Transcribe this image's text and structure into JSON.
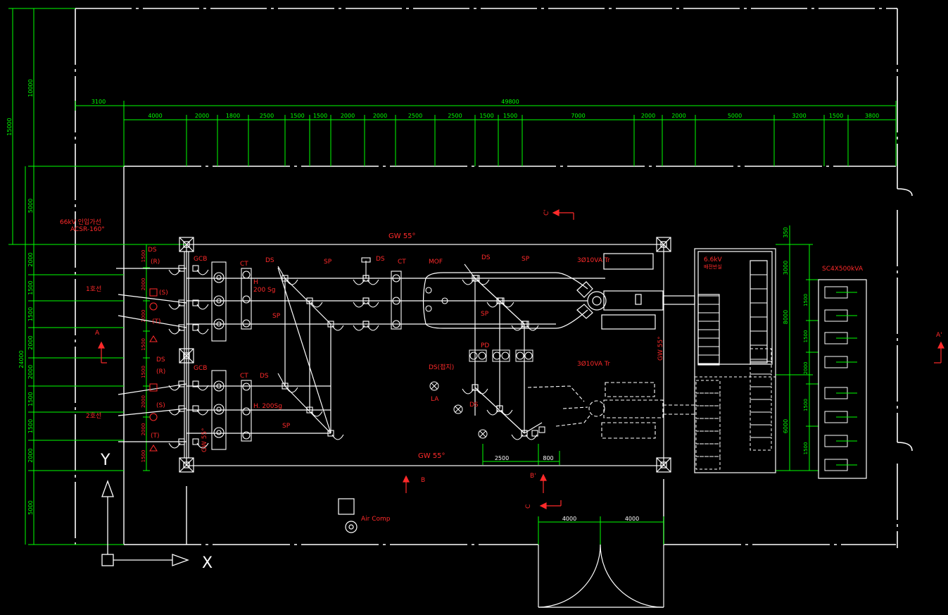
{
  "colors": {
    "background": "#000000",
    "line": "#ffffff",
    "dimension": "#00ff00",
    "label": "#ff2a2a"
  },
  "dimensions": {
    "total_width": "49800",
    "left_offset": "3100",
    "top_chain": [
      "4000",
      "2000",
      "1800",
      "2500",
      "1500",
      "1500",
      "2000",
      "2000",
      "2500",
      "2500",
      "1500",
      "1500",
      "7000",
      "2000",
      "2000",
      "5000",
      "3200",
      "1500",
      "3800"
    ],
    "left_outer_top": "15000",
    "left_outer_mid": "10000",
    "left_total": "24000",
    "left_5000_top": "5000",
    "left_chain": [
      "2000",
      "1500",
      "1500",
      "2000",
      "2000",
      "1500",
      "1500",
      "2000",
      "5000"
    ],
    "inner_chain": [
      "1500",
      "2000",
      "2000",
      "1500",
      "1500",
      "2000",
      "2000",
      "1500"
    ],
    "right_top": "350",
    "right_upper": "3000",
    "right_8000": "8000",
    "right_6000": "6000",
    "cap_chain": [
      "1500",
      "1500",
      "2000",
      "1500",
      "1500"
    ],
    "bottom_2500": "2500",
    "bottom_800": "800",
    "door_left": "4000",
    "door_right": "4000"
  },
  "labels": {
    "incoming_line": "66kV 인입가선",
    "conductor": "ACSR-160°",
    "line1": "1호선",
    "line2": "2호선",
    "phase_r": "(R)",
    "phase_s": "(S)",
    "phase_t": "(T)",
    "ds": "DS",
    "gcb": "GCB",
    "ct": "CT",
    "sp": "SP",
    "pd": "PD",
    "mof": "MOF",
    "la": "LA",
    "ds_ground": "DS(접지)",
    "h_top": "H",
    "sg_top": "200 Sg",
    "h_bottom": "H. 200Sg",
    "tr_upper": "3Ø10VA Tr",
    "tr_lower": "3Ø10VA Tr",
    "gw_top": "GW 55°",
    "gw_bottom": "GW 55°",
    "gw_left": "GW 55°",
    "gw_right": "GW 55°",
    "panel_voltage": "6.6kV",
    "panel_room": "배전반실",
    "capacitor": "SC4X500kVA",
    "air_comp": "Air Comp",
    "section_a": "A",
    "section_a_prime": "A'",
    "section_b": "B",
    "section_b_prime": "B'",
    "section_c": "C",
    "section_c_prime": "C'",
    "axis_x": "X",
    "axis_y": "Y"
  }
}
